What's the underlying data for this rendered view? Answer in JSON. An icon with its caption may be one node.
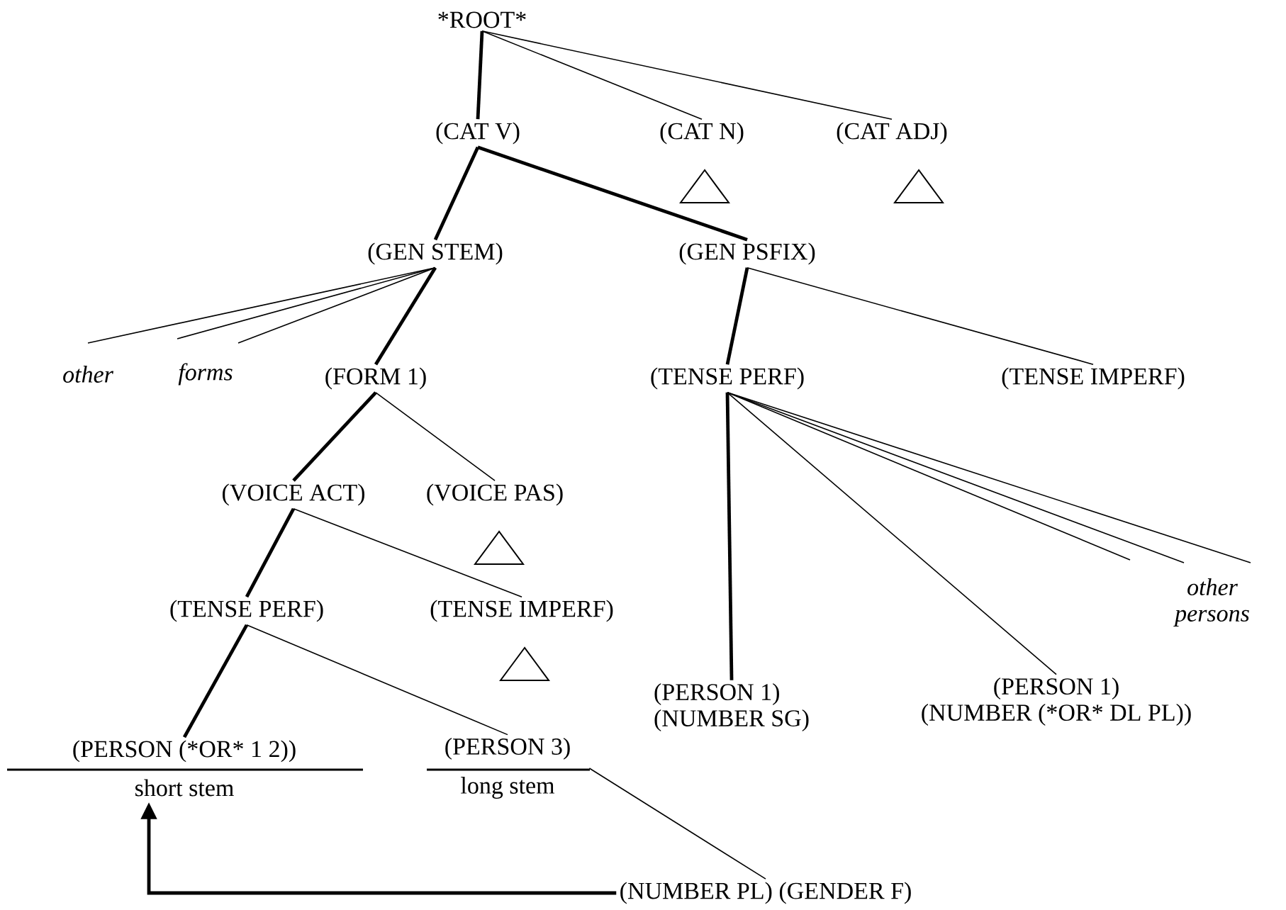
{
  "diagram": {
    "nodes": [
      {
        "text": [
          "*ROOT*"
        ]
      },
      {
        "text": [
          "(CAT V)"
        ]
      },
      {
        "text": [
          "(CAT N)"
        ]
      },
      {
        "text": [
          "(CAT ADJ)"
        ]
      },
      {
        "text": [
          "(GEN STEM)"
        ]
      },
      {
        "text": [
          "(GEN PSFIX)"
        ]
      },
      {
        "text": [
          "(FORM 1)"
        ]
      },
      {
        "text": [
          "(TENSE PERF)"
        ]
      },
      {
        "text": [
          "(TENSE IMPERF)"
        ]
      },
      {
        "text": [
          "(VOICE ACT)"
        ]
      },
      {
        "text": [
          "(VOICE PAS)"
        ]
      },
      {
        "text": [
          "(TENSE PERF)"
        ]
      },
      {
        "text": [
          "(TENSE IMPERF)"
        ]
      },
      {
        "text": [
          "(PERSON (*OR* 1 2))",
          "short stem"
        ]
      },
      {
        "text": [
          "(PERSON 3)",
          "long stem"
        ]
      },
      {
        "text": [
          "(NUMBER PL) (GENDER F)"
        ]
      },
      {
        "text": [
          "(PERSON 1)",
          "(NUMBER SG)"
        ]
      },
      {
        "text": [
          "(PERSON 1)",
          "(NUMBER (*OR* DL PL))"
        ]
      }
    ],
    "edges": [
      {
        "from": 0,
        "to": 1,
        "arrow": "none",
        "style": "thick"
      },
      {
        "from": 0,
        "to": 2,
        "arrow": "none"
      },
      {
        "from": 0,
        "to": 3,
        "arrow": "none"
      },
      {
        "from": 1,
        "to": 4,
        "arrow": "none",
        "style": "thick"
      },
      {
        "from": 1,
        "to": 5,
        "arrow": "none",
        "style": "thick"
      },
      {
        "from": 4,
        "to": null,
        "arrow": "none"
      },
      {
        "from": 4,
        "to": null,
        "arrow": "none"
      },
      {
        "from": 4,
        "to": null,
        "arrow": "none"
      },
      {
        "from": 4,
        "to": 6,
        "arrow": "none",
        "style": "thick"
      },
      {
        "from": 5,
        "to": 7,
        "arrow": "none",
        "style": "thick"
      },
      {
        "from": 5,
        "to": 8,
        "arrow": "none"
      },
      {
        "from": 6,
        "to": 9,
        "arrow": "none",
        "style": "thick"
      },
      {
        "from": 6,
        "to": 10,
        "arrow": "none"
      },
      {
        "from": 9,
        "to": 11,
        "arrow": "none",
        "style": "thick"
      },
      {
        "from": 9,
        "to": 12,
        "arrow": "none"
      },
      {
        "from": 11,
        "to": 13,
        "arrow": "none",
        "style": "thick"
      },
      {
        "from": 11,
        "to": 14,
        "arrow": "none"
      },
      {
        "from": 14,
        "to": 15,
        "arrow": "none"
      },
      {
        "from": 15,
        "to": 13,
        "arrow": "to",
        "style": "thick"
      },
      {
        "from": 7,
        "to": 16,
        "arrow": "none",
        "style": "thick"
      },
      {
        "from": 7,
        "to": 17,
        "arrow": "none"
      },
      {
        "from": 7,
        "to": null,
        "arrow": "none"
      },
      {
        "from": 7,
        "to": null,
        "arrow": "none"
      },
      {
        "from": 7,
        "to": null,
        "arrow": "none"
      }
    ],
    "labels": [
      "other",
      "forms",
      "other persons"
    ]
  }
}
